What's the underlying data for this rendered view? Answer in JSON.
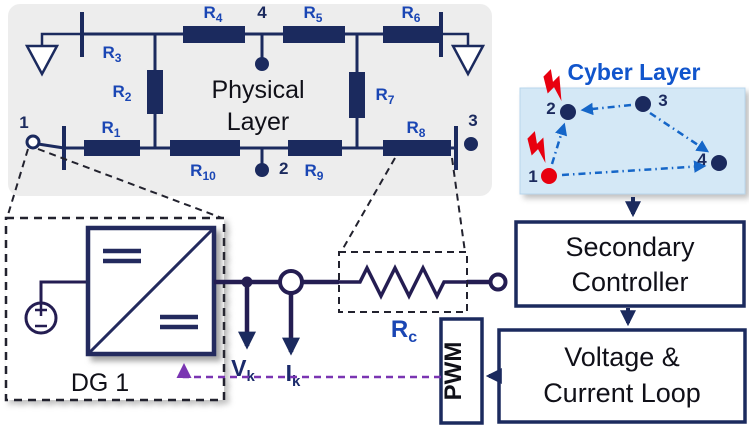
{
  "colors": {
    "navy": "#1b2a5e",
    "wire": "#241d52",
    "label_blue": "#1a46b4",
    "cyber_blue": "#1566c8",
    "red": "#e8000f",
    "purple": "#7a35b2",
    "panel_gray": "#ededed",
    "cyber_bg": "#d4e8f6"
  },
  "physical": {
    "title": [
      "Physical",
      "Layer"
    ],
    "nodes": [
      "1",
      "2",
      "3",
      "4"
    ],
    "resistors": [
      {
        "main": "R",
        "sub": "1"
      },
      {
        "main": "R",
        "sub": "2"
      },
      {
        "main": "R",
        "sub": "3"
      },
      {
        "main": "R",
        "sub": "4"
      },
      {
        "main": "R",
        "sub": "5"
      },
      {
        "main": "R",
        "sub": "6"
      },
      {
        "main": "R",
        "sub": "7"
      },
      {
        "main": "R",
        "sub": "8"
      },
      {
        "main": "R",
        "sub": "9"
      },
      {
        "main": "R",
        "sub": "10"
      }
    ]
  },
  "cyber": {
    "title": "Cyber Layer",
    "nodes": [
      "1",
      "2",
      "3",
      "4"
    ]
  },
  "dg": {
    "label": "DG 1"
  },
  "measurements": {
    "voltage": {
      "main": "V",
      "sub": "k"
    },
    "current": {
      "main": "I",
      "sub": "k"
    },
    "rc": {
      "main": "R",
      "sub": "c"
    }
  },
  "controller": {
    "line1": "Secondary",
    "line2": "Controller"
  },
  "loop": {
    "line1": "Voltage &",
    "line2": "Current Loop"
  },
  "pwm": {
    "label": "PWM"
  }
}
